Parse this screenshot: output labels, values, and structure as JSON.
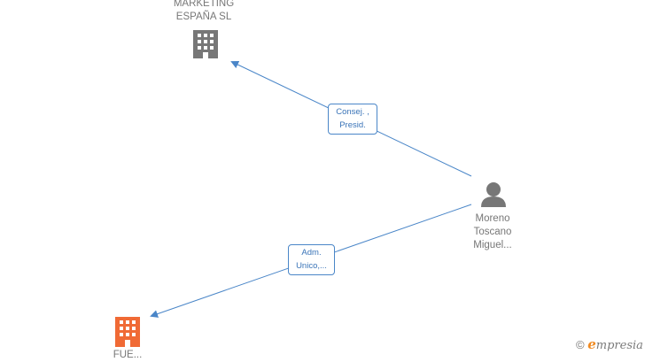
{
  "nodes": {
    "company_top": {
      "label": "MARKETING\nESPAÑA  SL",
      "color": "#777777"
    },
    "company_bottom": {
      "label": "FUE...",
      "color": "#f06a35"
    },
    "person": {
      "label": "Moreno\nToscano\nMiguel...",
      "color": "#777777"
    }
  },
  "edges": {
    "top": {
      "label": "Consej. ,\nPresid.",
      "color": "#4a86c8"
    },
    "bottom": {
      "label": "Adm.\nUnico,...",
      "color": "#4a86c8"
    }
  },
  "footer": {
    "copyright_symbol": "©",
    "brand_initial": "e",
    "brand_rest": "mpresia"
  }
}
